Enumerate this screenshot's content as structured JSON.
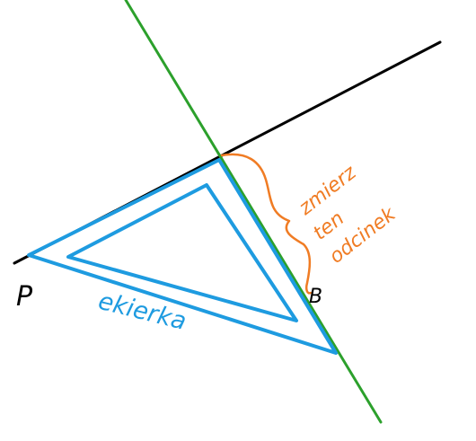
{
  "labels": {
    "point_p": "P",
    "point_b": "B",
    "ekierka": "ekierka",
    "note_line1": "zmierz",
    "note_line2": "ten",
    "note_line3": "odcinek"
  },
  "colors": {
    "background": "#ffffff",
    "black_line": "#000000",
    "green_line": "#2ca02c",
    "set_square": "#1e9be0",
    "annotation": "#f07c24",
    "label_text": "#1e9be0"
  }
}
